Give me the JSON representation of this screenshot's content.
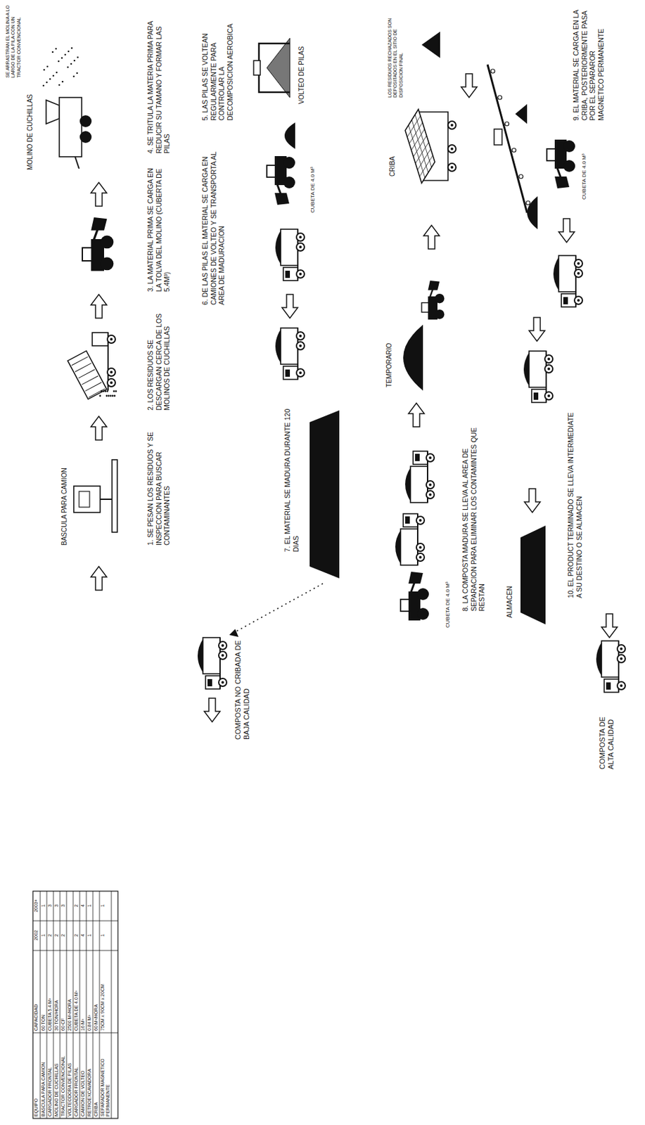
{
  "diagram": {
    "labels": [
      "BASCULA PARA CAMION",
      "1. SE PESAN LOS RESIDUOS Y SE INSPECCION PARA BUSCAR CONTAMINANTES",
      "2. LOS RESIDUOS SE DESCARGAN CERCA DE LOS MOLINOS DE CUCHILLAS",
      "3. LA MATERIAL PRIMA SE CARGA EN LA TOLVA DEL MOLINO (CUBERTA DE 5.4M³)",
      "MOLINO DE CUCHILLAS",
      "SE ARRASTRAN EL MOLINA A LO LARGO DE LA PILA CON UN TRACTOR CONVENCIONAL",
      "4. SE TRITULA LA MATERIA PRIMA PARA REDUCIR SU TAMANO Y FORMAR LAS PILAS",
      "5. LAS PILAS SE VOLTEAN REGULARMENTE PARA CONTROLAR LA DECOMPOSICION AEROBICA",
      "VOLTEO DE PILAS",
      "6. DE LAS PILAS EL MATERIAL SE CARGA EN CAMIONES DE VOLTEO Y SE TRANSPORTA AL AREA DE MADURACION",
      "CUBETA DE 4.0 M³",
      "7. EL MATERIAL SE MADURA DURANTE 120 DIAS",
      "COMPOSTA NO CRIBADA DE BAJA CALIDAD",
      "CUBETA DE 4.0 M³",
      "8. LA COMPOSTA MADURA SE LLEVA AL AREA DE SEPARACION PARA ELIMINAR LOS CONTAMINTES QUE RESTAN",
      "TEMPORARIO",
      "CRIBA",
      "LOS RESIDUOS RECHAZADOS SON DEPOSITADOS EN EL SITIO DE DISPOSICION FINAL",
      "9. EL MATERIAL SE CARGA EN LA CRIBA, POSTERIORMENTE PASA POR EL SEPARAROR MAGNETICO PERMANENTE",
      "CUBETA DE 4.0 M³",
      "ALMACEN",
      "10. EL PRODUCT TERMINADO SE LLEVA INTERMEDIATE A SU DESTINO O SE ALMACEN",
      "COMPOSTA DE ALTA CALIDAD",
      "EQUIPO",
      "CAPACIDAD",
      "2002",
      "2003+",
      "BASCULA PARA CAMION",
      "60 TON",
      "1",
      "1",
      "CARGADOR FRONTAL",
      "CUBETA 5.4 M³",
      "2",
      "3",
      "MOLINO DE CUCHILLAS",
      "30 TON/HORA",
      "2",
      "3",
      "TRACTOR CONVENCIONAL",
      "60 CF",
      "2",
      "3",
      "VOLTEODORA DE PILAS",
      "2500 M³/HORA",
      "CARGADOR FRONTAL",
      "CUBETA DE 4.0 M³",
      "2",
      "2",
      "CAMION DE VOLTEO",
      "16 M³",
      "4",
      "4",
      "RETROEXCAVADORA",
      "0.84 M³",
      "1",
      "1",
      "CRIBA",
      "60 M³/HORA",
      "SEPARADOR MAGNETICO PERMANENTE",
      "75CM x 90CM x 20CM",
      "1",
      "1"
    ]
  }
}
